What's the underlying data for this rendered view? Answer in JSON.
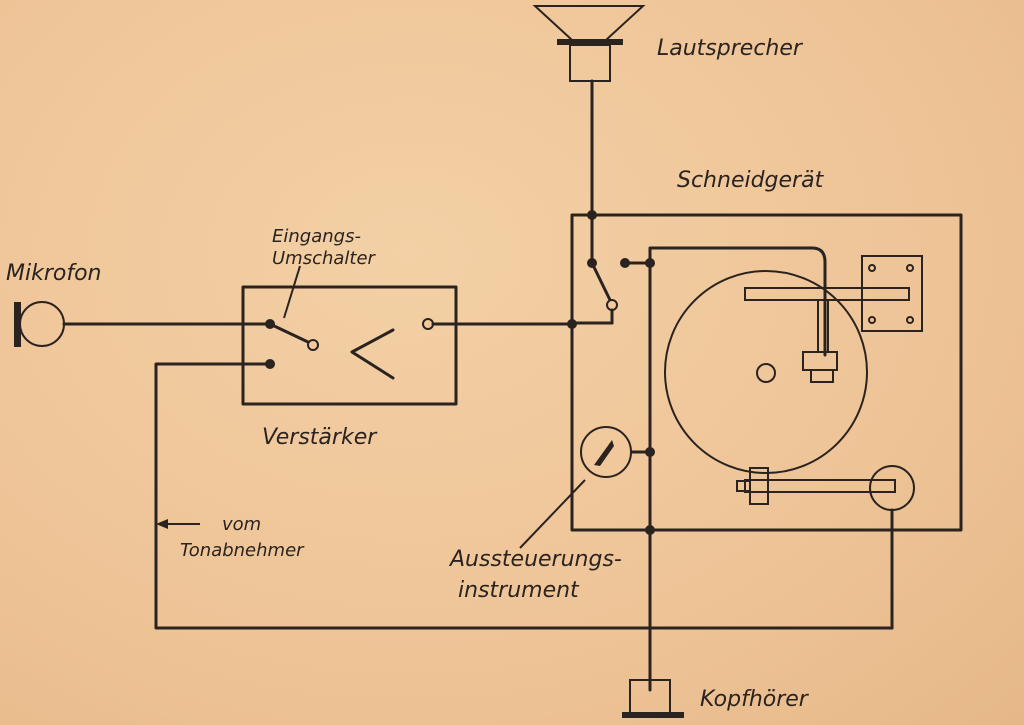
{
  "labels": {
    "lautsprecher": "Lautsprecher",
    "schneidgeraet": "Schneidgerät",
    "mikrofon": "Mikrofon",
    "eingangs": "Eingangs-",
    "umschalter": "Umschalter",
    "verstaerker": "Verstärker",
    "vom": "vom",
    "tonabnehmer": "Tonabnehmer",
    "aussteuerungs": "Aussteuerungs-",
    "instrument": "instrument",
    "kopfhoerer": "Kopfhörer"
  },
  "colors": {
    "paper": "#f0c99a",
    "ink": "#2a2320"
  }
}
